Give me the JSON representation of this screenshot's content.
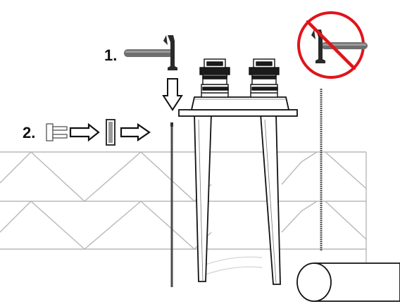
{
  "steps": [
    {
      "number": "1.",
      "action_icon": "hammer-icon"
    },
    {
      "number": "2.",
      "action_icon": "plug-insert-icon"
    }
  ],
  "prohibition": {
    "icon": "hammer-icon",
    "sign": "prohibited-sign"
  },
  "colors": {
    "line": "#111111",
    "ground_line": "#b8b8b8",
    "hammer_handle": "#6e6e6e",
    "hammer_head": "#2a2a2a",
    "prohibit_red": "#e0141a",
    "rod": "#555555"
  }
}
